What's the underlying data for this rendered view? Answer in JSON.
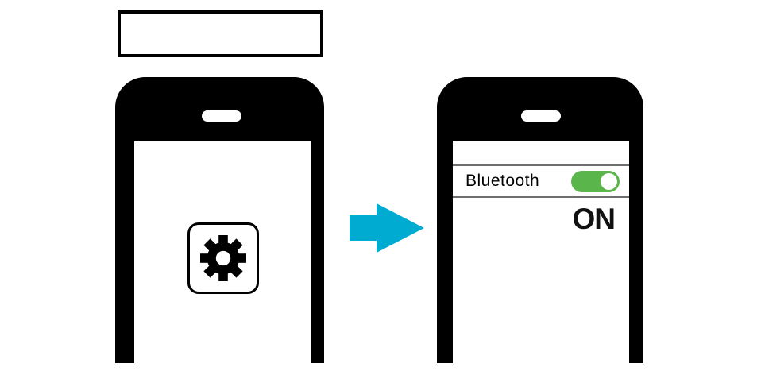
{
  "colors": {
    "arrow": "#00abd2",
    "toggle_on": "#5ab54a",
    "phone_body": "#000000",
    "divider": "#6e6e6e"
  },
  "caption_box": {
    "text": ""
  },
  "settings_phone": {
    "app_icon": "gear-icon"
  },
  "transition_arrow": {
    "icon": "right-arrow",
    "direction": "right"
  },
  "bluetooth_phone": {
    "bluetooth_label": "Bluetooth",
    "toggle_state": "on",
    "status_text": "ON"
  }
}
